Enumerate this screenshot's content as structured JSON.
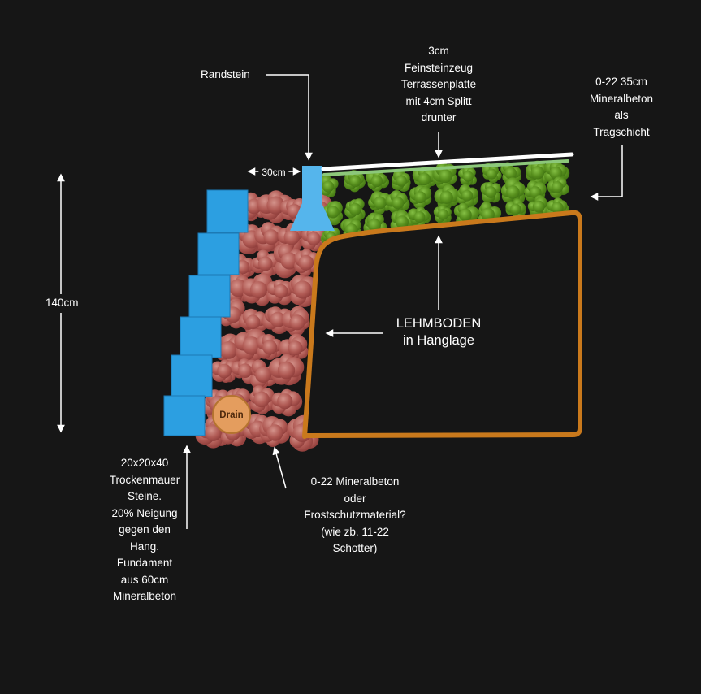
{
  "labels": {
    "randstein": "Randstein",
    "terrasse": "3cm\nFeinsteinzeug\nTerrassenplatte\nmit 4cm Splitt\ndrunter",
    "tragschicht": "0-22 35cm\nMineralbeton\nals\nTragschicht",
    "height140": "140cm",
    "width30": "30cm",
    "lehmboden": "LEHMBODEN\nin Hanglage",
    "trockenmauer": "20x20x40\nTrockenmauer\nSteine.\n20% Neigung\ngegen den\nHang.\nFundament\naus 60cm\nMineralbeton",
    "mineralbeton": "0-22 Mineralbeton\noder\nFrostschutzmaterial?\n(wie zb. 11-22\nSchotter)",
    "drain": "Drain"
  },
  "colors": {
    "background": "#161616",
    "wall_blue": "#2c9fe1",
    "randstein_blue": "#55b5ec",
    "gravel_red_mid": "#b05a54",
    "gravel_green_mid": "#578f1d",
    "soil_orange": "#c9791c",
    "slab_white": "#ffffff",
    "bedding_green": "#8cc87a",
    "drain_fill": "#e49d5e",
    "arrow_white": "#ffffff"
  }
}
